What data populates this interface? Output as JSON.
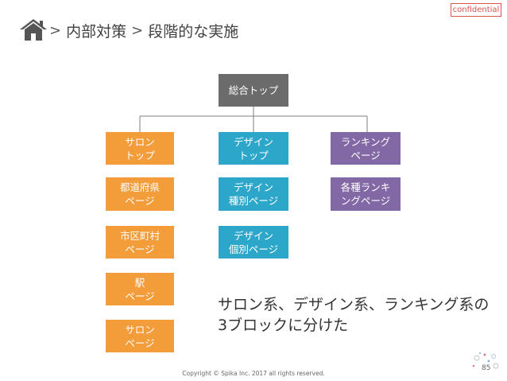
{
  "header": {
    "confidential": "confidential",
    "breadcrumb": [
      "内部対策",
      "段階的な実施"
    ],
    "separator": ">"
  },
  "diagram": {
    "top": "総合トップ",
    "salon_column": [
      "サロン\nトップ",
      "都道府県\nページ",
      "市区町村\nページ",
      "駅\nページ",
      "サロン\nページ"
    ],
    "design_column": [
      "デザイン\nトップ",
      "デザイン\n種別ページ",
      "デザイン\n個別ページ"
    ],
    "ranking_column": [
      "ランキング\nページ",
      "各種ランキ\nングページ"
    ]
  },
  "note": "サロン系、デザイン系、ランキング系の\n3ブロックに分けた",
  "footer": {
    "copyright": "Copyright © Spika Inc. 2017 all rights reserved.",
    "page_number": "85"
  },
  "colors": {
    "top": "#6b6b6b",
    "salon": "#f39c3a",
    "design": "#2da7c9",
    "ranking": "#8268a5",
    "badge": "#d9534f"
  },
  "icons": [
    "home-icon",
    "chevron-right-icon",
    "company-logo"
  ]
}
